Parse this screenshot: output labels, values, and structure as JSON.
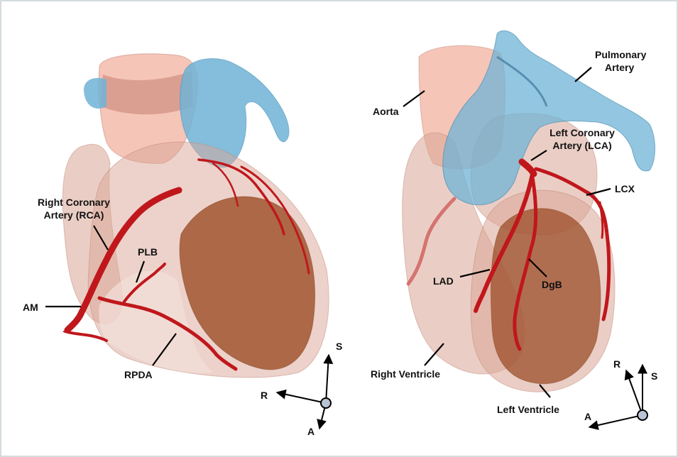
{
  "left_view": {
    "labels": {
      "rca_line1": "Right Coronary",
      "rca_line2": "Artery (RCA)",
      "plb": "PLB",
      "am": "AM",
      "rpda": "RPDA"
    },
    "axes": {
      "s": "S",
      "r": "R",
      "a": "A"
    }
  },
  "right_view": {
    "labels": {
      "pulmonary_line1": "Pulmonary",
      "pulmonary_line2": "Artery",
      "aorta": "Aorta",
      "lca_line1": "Left Coronary",
      "lca_line2": "Artery (LCA)",
      "lcx": "LCX",
      "lad": "LAD",
      "dgb": "DgB",
      "right_ventricle": "Right Ventricle",
      "left_ventricle": "Left Ventricle"
    },
    "axes": {
      "r": "R",
      "s": "S",
      "a": "A"
    }
  },
  "colors": {
    "pulmonary_artery": "#6fb3d6",
    "aorta": "#f2b7a6",
    "myocardium": "#d9a595",
    "left_ventricle": "#9a4a22",
    "coronary_artery": "#c0171c",
    "axis_origin": "#b8c4d4"
  }
}
